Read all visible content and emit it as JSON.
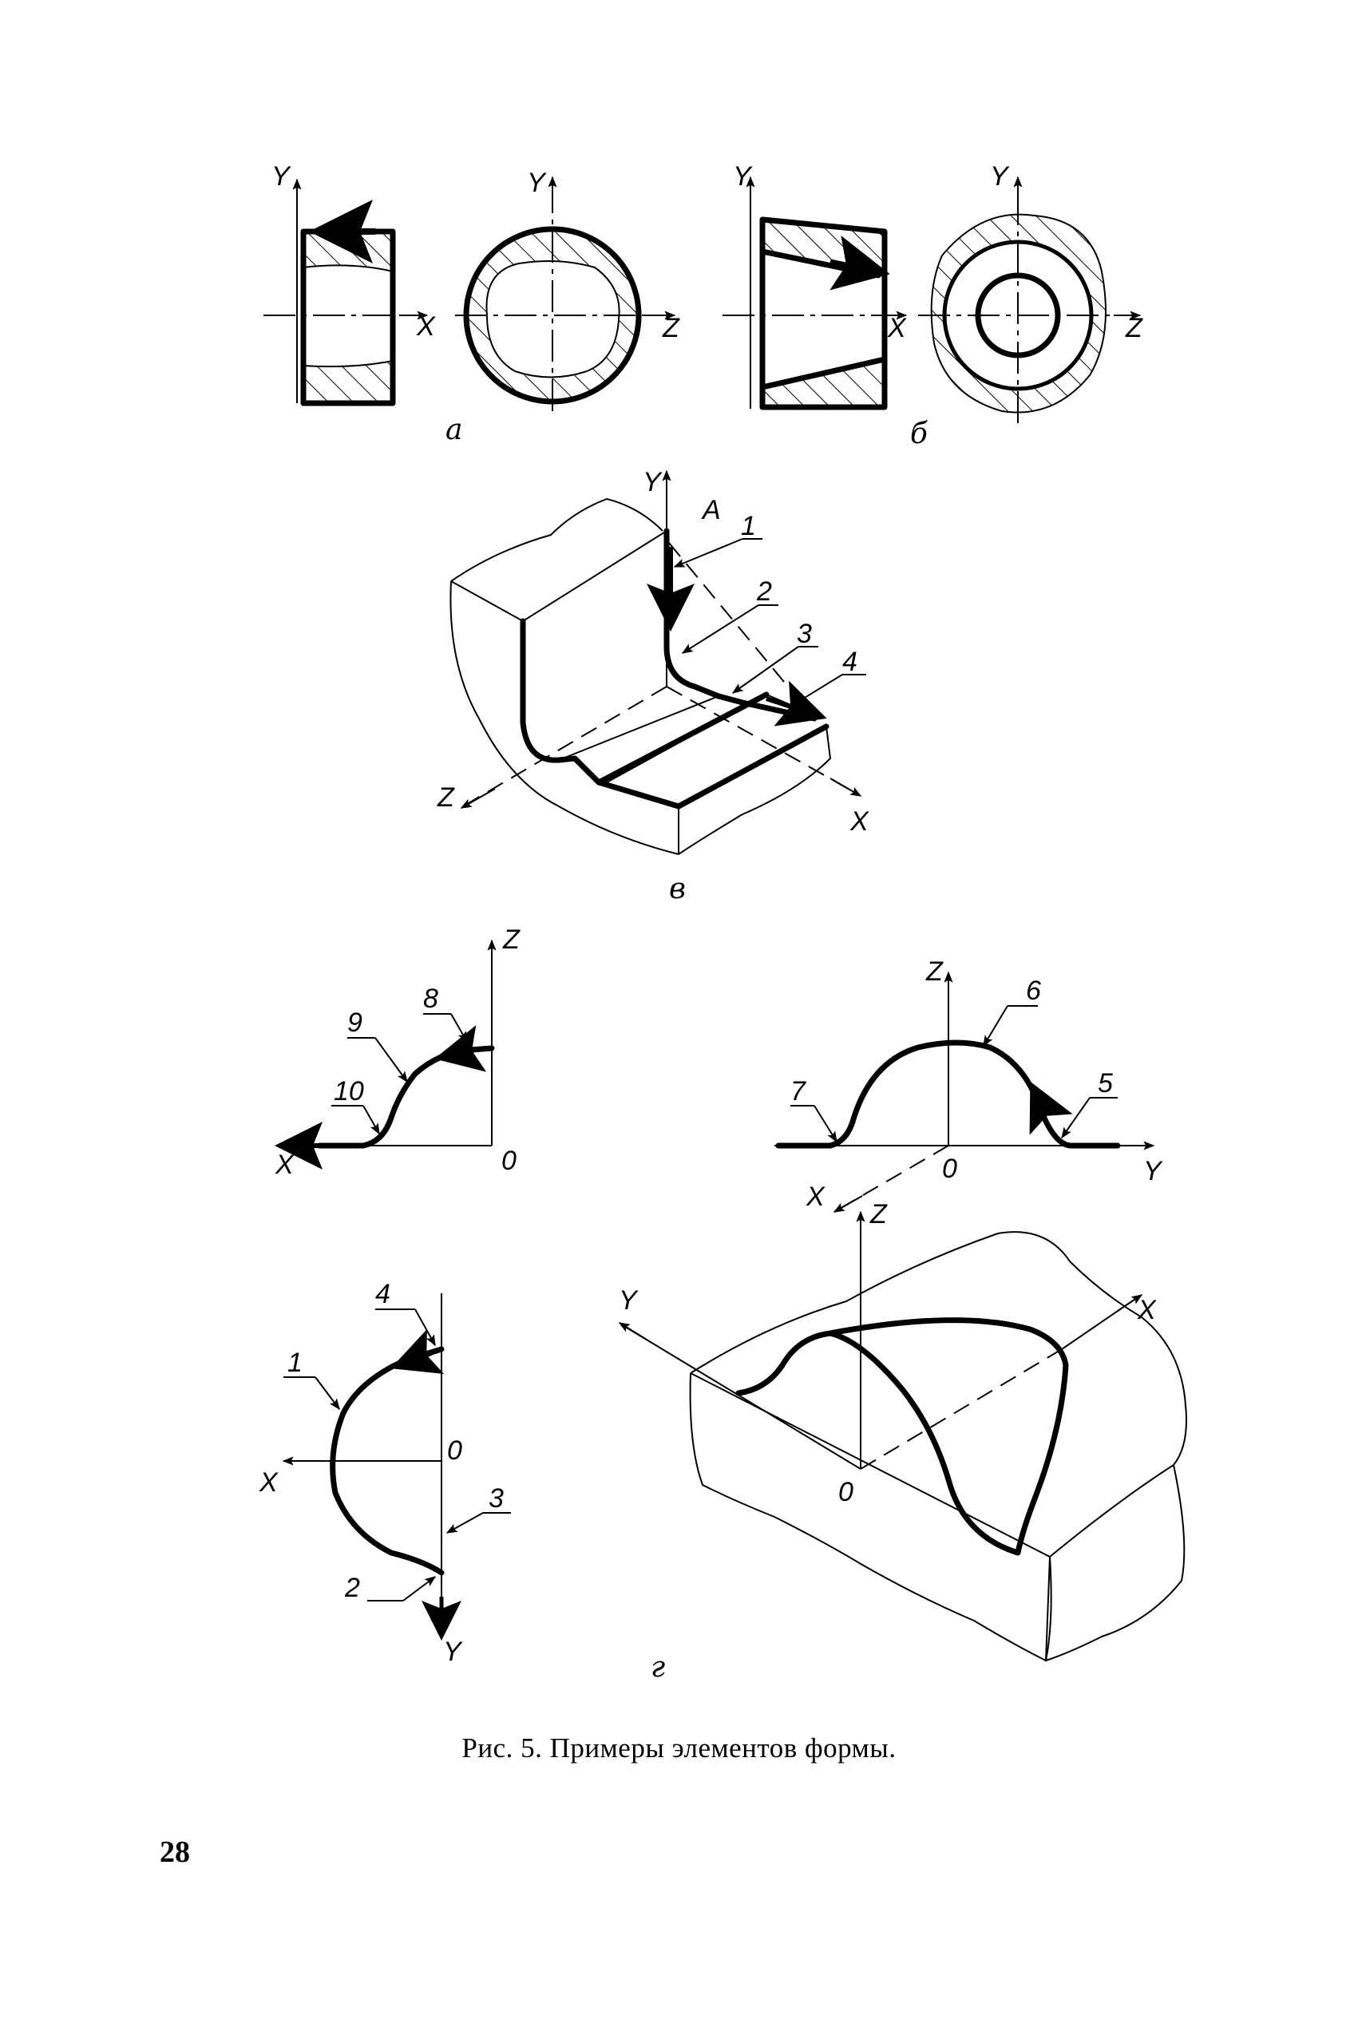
{
  "figure": {
    "caption": "Рис. 5. Примеры элементов формы.",
    "panel_labels": {
      "a": "а",
      "b": "б",
      "v": "в",
      "g": "г"
    },
    "axis_labels": {
      "x": "X",
      "y": "Y",
      "z": "Z",
      "origin": "0"
    },
    "point_label": "A",
    "callouts": [
      "1",
      "2",
      "3",
      "4",
      "5",
      "6",
      "7",
      "8",
      "9",
      "10"
    ]
  },
  "page_number": "28",
  "colors": {
    "ink": "#000000",
    "paper": "#ffffff"
  }
}
